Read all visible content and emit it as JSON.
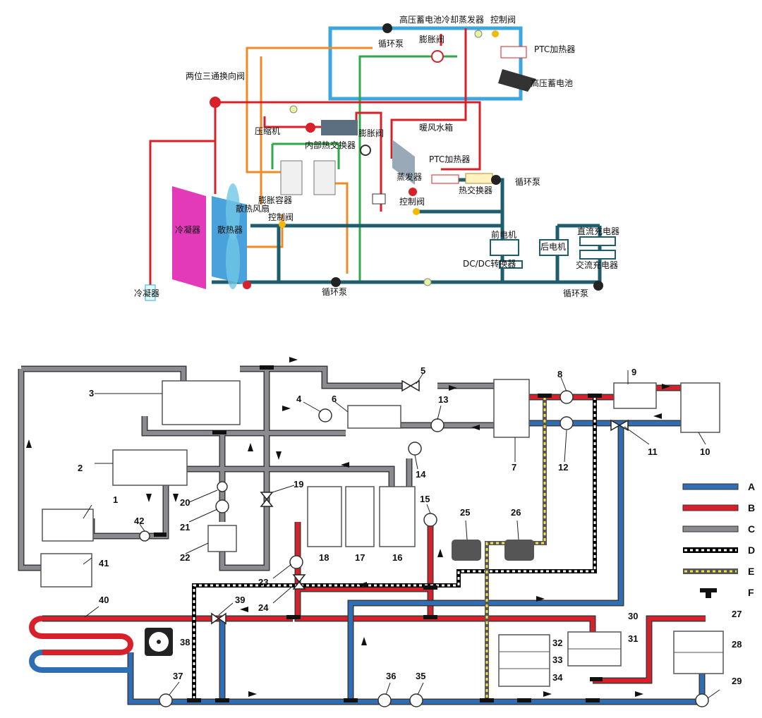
{
  "top": {
    "labels": {
      "hv_battery_chiller": "高压蓄电池冷却蒸发器",
      "control_valve_top": "控制阀",
      "pump_top": "循环泵",
      "expansion_valve_top": "膨胀阀",
      "ptc_heater_battery": "PTC加热器",
      "hv_battery": "高压蓄电池",
      "two_position_valve": "两位三通换向阀",
      "compressor": "压缩机",
      "internal_hx": "内部热交换器",
      "expansion_valve_mid": "膨胀阀",
      "evaporator": "蒸发器",
      "heater_core": "暖风水箱",
      "ptc_heater_cabin": "PTC加热器",
      "heat_exchanger": "热交换器",
      "pump_right": "循环泵",
      "expansion_tank": "膨胀容器",
      "condenser": "冷凝器",
      "radiator": "散热器",
      "fan": "散热风扇",
      "control_valve_left": "控制阀",
      "control_valve_mid": "控制阀",
      "front_motor": "前电机",
      "rear_motor": "后电机",
      "dc_charger": "直流充电器",
      "ac_charger": "交流充电器",
      "dcdc": "DC/DC转换器",
      "pump_bottom": "循环泵",
      "pump_bottom_right": "循环泵",
      "condenser_small": "冷凝器"
    }
  },
  "bottom": {
    "numbers": [
      "1",
      "2",
      "3",
      "4",
      "5",
      "6",
      "7",
      "8",
      "9",
      "10",
      "11",
      "12",
      "13",
      "14",
      "15",
      "16",
      "17",
      "18",
      "19",
      "20",
      "21",
      "22",
      "23",
      "24",
      "25",
      "26",
      "27",
      "28",
      "29",
      "30",
      "31",
      "32",
      "33",
      "34",
      "35",
      "36",
      "37",
      "38",
      "39",
      "40",
      "41",
      "42"
    ],
    "legend": [
      {
        "key": "A",
        "color": "#2f6db5"
      },
      {
        "key": "B",
        "color": "#d8202a"
      },
      {
        "key": "C",
        "color": "#7a7a80"
      },
      {
        "key": "D",
        "color": "#000000"
      },
      {
        "key": "E",
        "color": "#e8d84a"
      },
      {
        "key": "F",
        "color": "#000000"
      }
    ]
  }
}
